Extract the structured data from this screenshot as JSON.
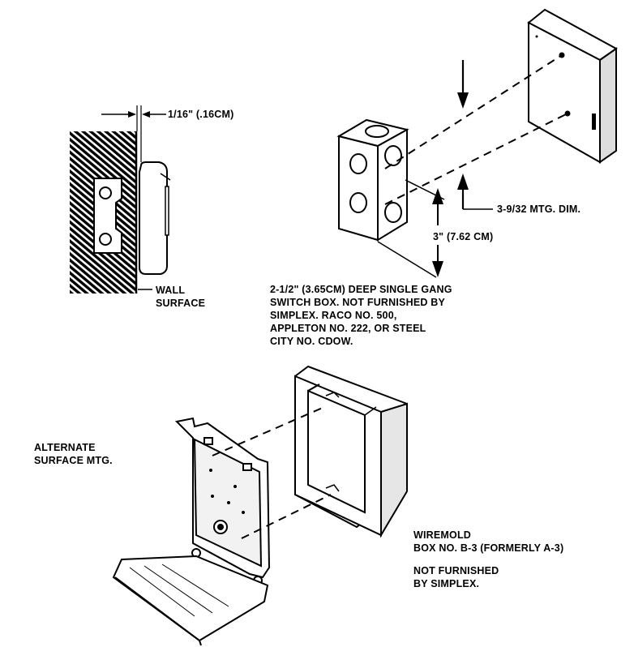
{
  "labels": {
    "gap_dim": "1/16\" (.16CM)",
    "wall_surface": [
      "WALL",
      "SURFACE"
    ],
    "mtg_dim": "3-9/32 MTG. DIM.",
    "height_dim": "3\" (7.62 CM)",
    "switch_box_note": [
      "2-1/2\" (3.65CM) DEEP SINGLE GANG",
      "SWITCH BOX. NOT FURNISHED BY",
      "SIMPLEX. RACO NO. 500,",
      "APPLETON NO. 222, OR STEEL",
      "CITY NO. CDOW."
    ],
    "alternate_mtg": [
      "ALTERNATE",
      "SURFACE MTG."
    ],
    "wiremold_note": [
      "WIREMOLD",
      "BOX NO. B-3 (FORMERLY A-3)"
    ],
    "not_furnished": [
      "NOT FURNISHED",
      "BY SIMPLEX."
    ]
  },
  "colors": {
    "ink": "#000000",
    "paper": "#ffffff"
  }
}
